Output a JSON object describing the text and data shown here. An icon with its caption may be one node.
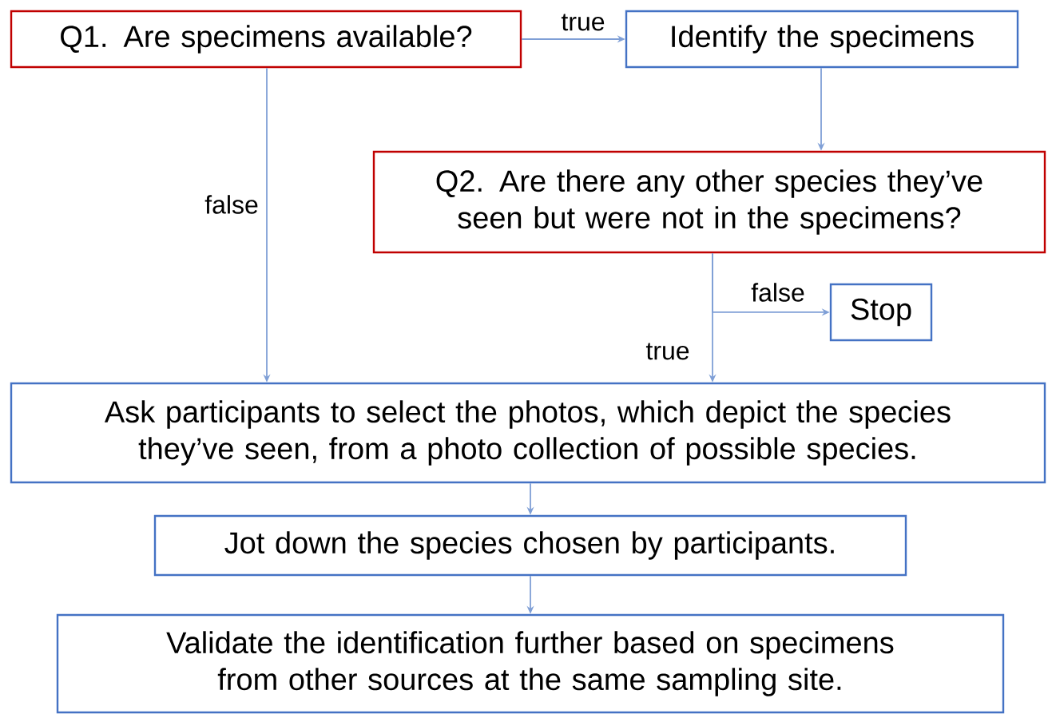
{
  "diagram": {
    "nodes": [
      {
        "text": [
          "Q1. Are specimens available?"
        ]
      },
      {
        "text": [
          "Identify the specimens"
        ]
      },
      {
        "text": [
          "Q2. Are there any other species they’ve seen but were not in the specimens?"
        ]
      },
      {
        "text": [
          "Stop"
        ]
      },
      {
        "text": [
          "Ask participants to select the photos, which depict the species they’ve seen, from a photo collection of possible species."
        ]
      },
      {
        "text": [
          "Jot down the species chosen by participants."
        ]
      },
      {
        "text": [
          "Validate the identification further based on specimens from other sources at the same sampling site."
        ]
      }
    ],
    "edges": [
      {
        "from": 0,
        "to": 1,
        "arrow": "to",
        "label": "true"
      },
      {
        "from": 1,
        "to": 2,
        "arrow": "to"
      },
      {
        "from": 0,
        "to": 4,
        "arrow": "to",
        "label": "false"
      },
      {
        "from": 2,
        "to": 3,
        "arrow": "to",
        "label": "false"
      },
      {
        "from": 2,
        "to": 4,
        "arrow": "to",
        "label": "true"
      },
      {
        "from": 4,
        "to": 5,
        "arrow": "to"
      },
      {
        "from": 5,
        "to": 6,
        "arrow": "to"
      }
    ]
  }
}
